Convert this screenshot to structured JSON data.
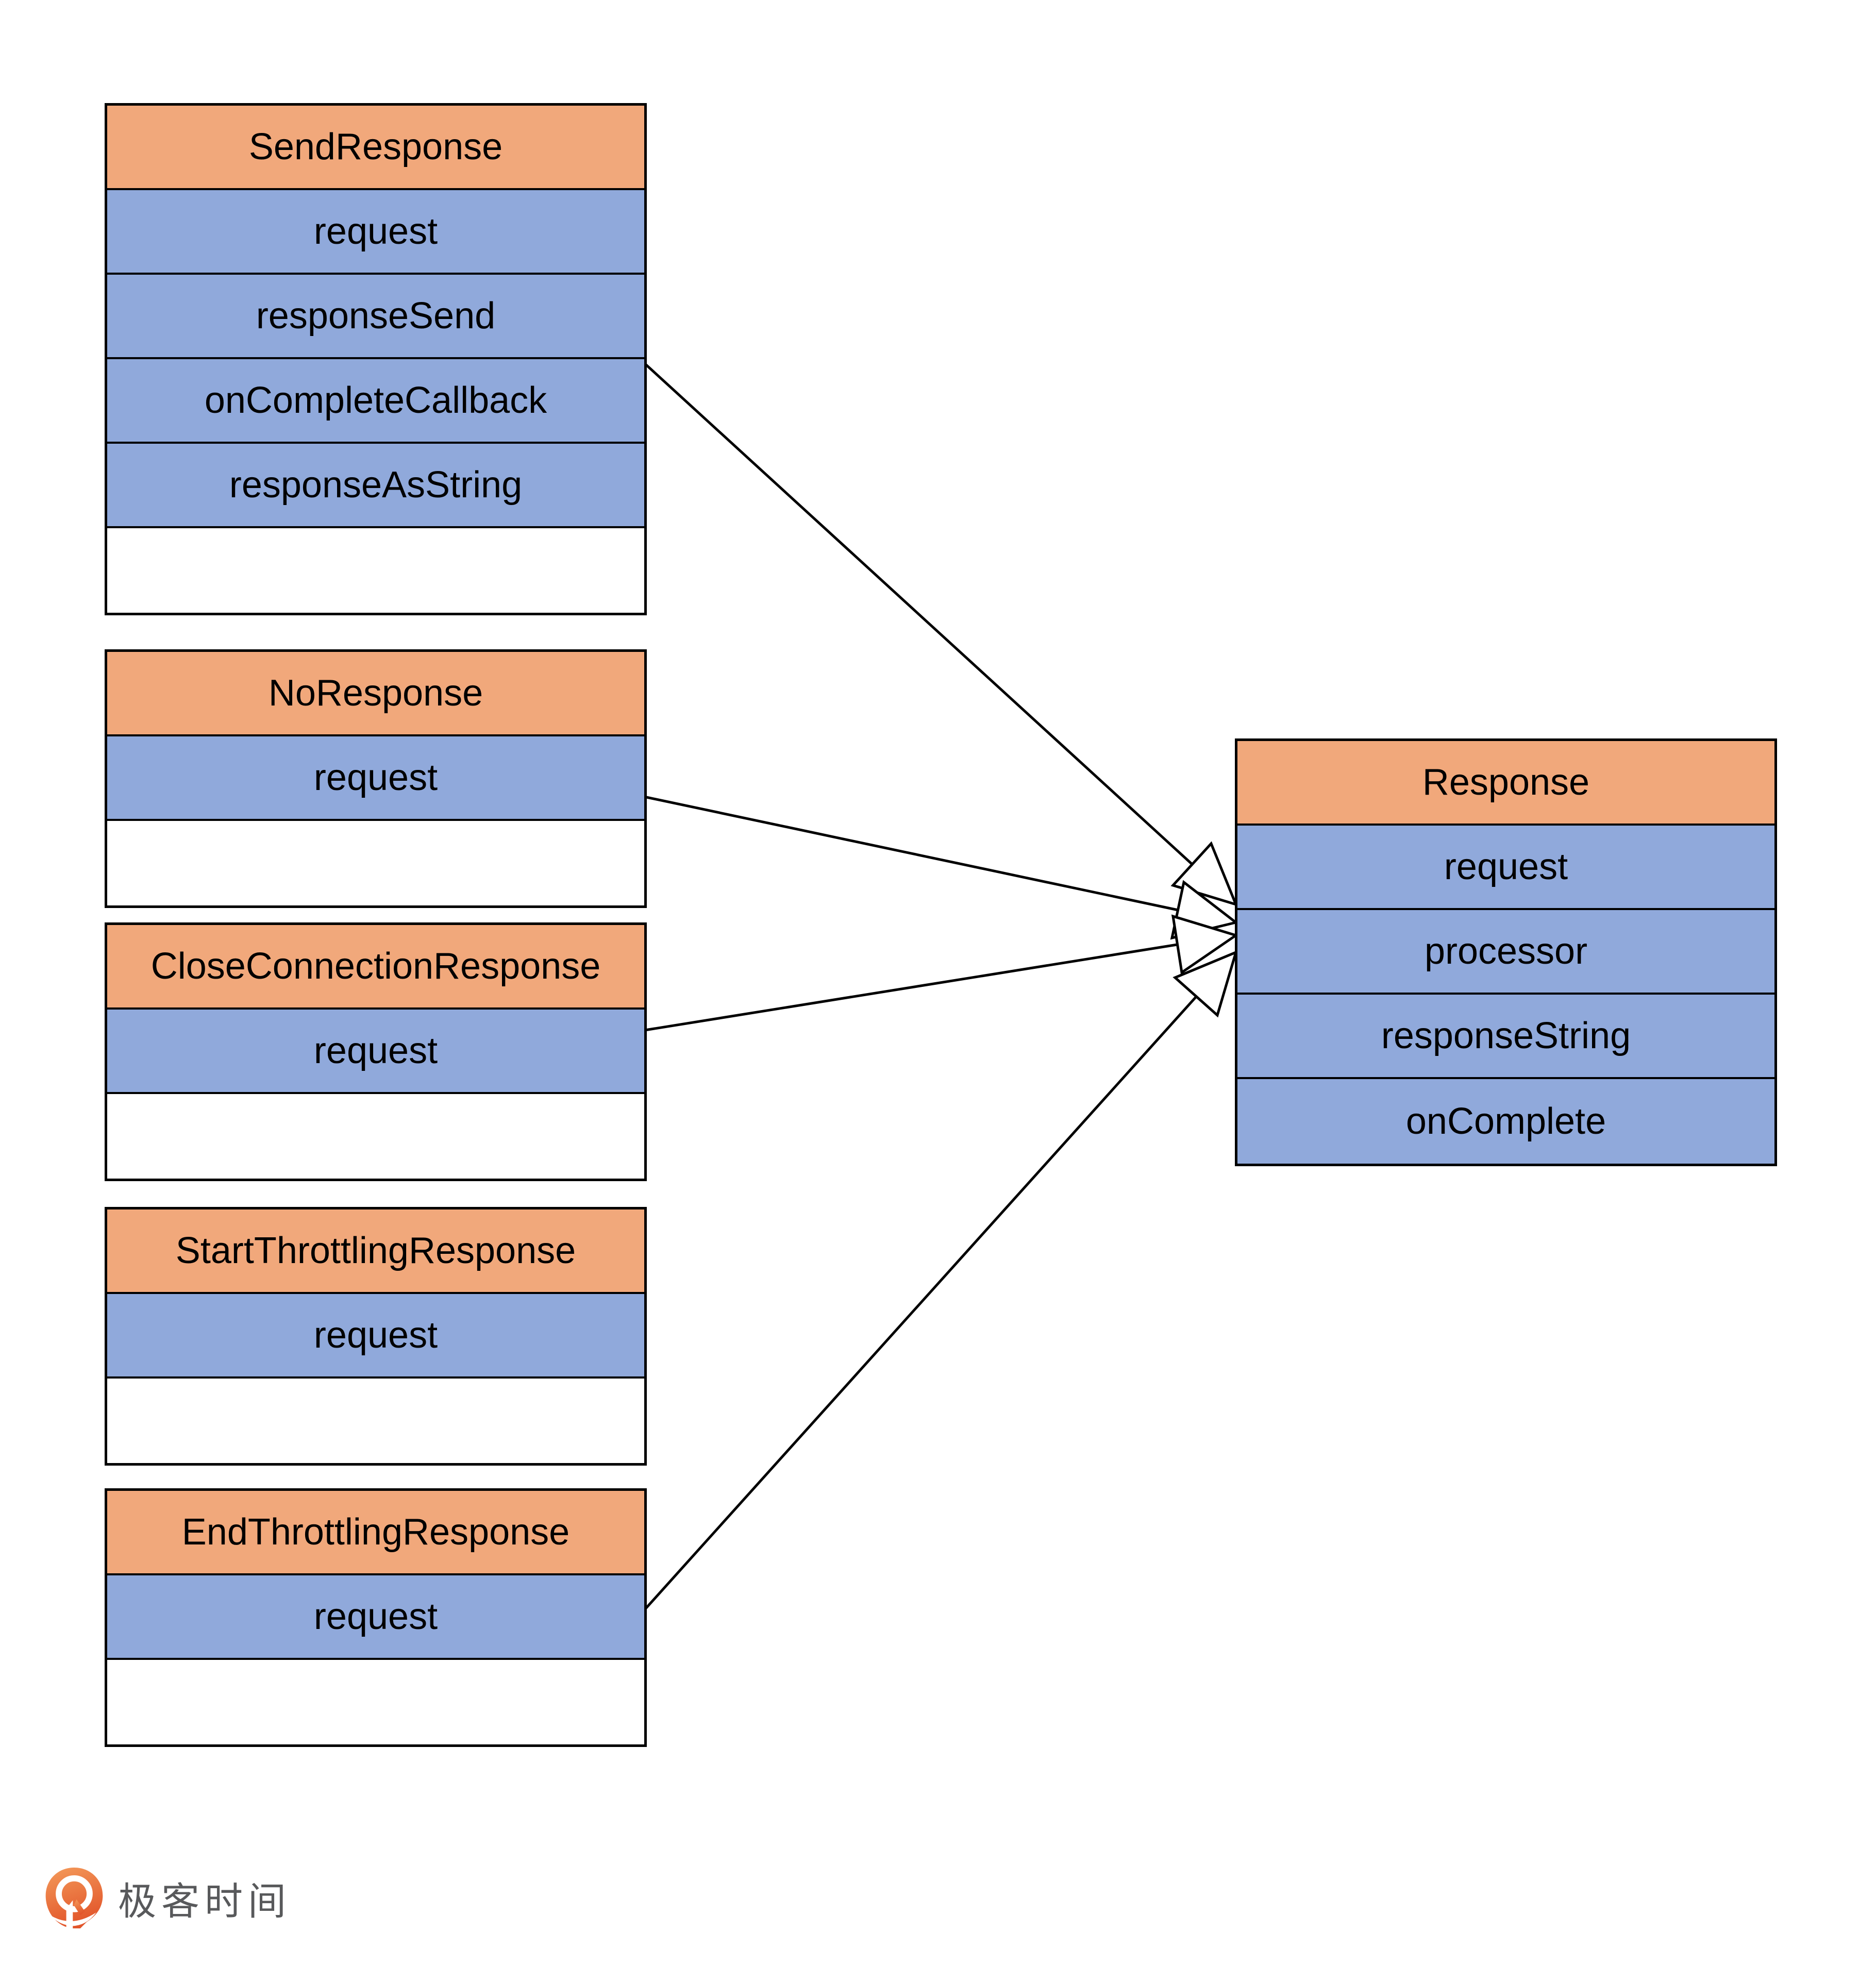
{
  "diagram": {
    "classes": [
      {
        "name": "SendResponse",
        "attributes": [
          "request",
          "responseSend",
          "onCompleteCallback",
          "responseAsString"
        ],
        "has_empty_section": true
      },
      {
        "name": "NoResponse",
        "attributes": [
          "request"
        ],
        "has_empty_section": true
      },
      {
        "name": "CloseConnectionResponse",
        "attributes": [
          "request"
        ],
        "has_empty_section": true
      },
      {
        "name": "StartThrottlingResponse",
        "attributes": [
          "request"
        ],
        "has_empty_section": true
      },
      {
        "name": "EndThrottlingResponse",
        "attributes": [
          "request"
        ],
        "has_empty_section": true
      },
      {
        "name": "Response",
        "attributes": [
          "request",
          "processor",
          "responseString",
          "onComplete"
        ],
        "has_empty_section": false
      }
    ],
    "relationships": [
      {
        "from": "SendResponse",
        "to": "Response",
        "type": "inheritance"
      },
      {
        "from": "NoResponse",
        "to": "Response",
        "type": "inheritance"
      },
      {
        "from": "CloseConnectionResponse",
        "to": "Response",
        "type": "inheritance"
      },
      {
        "from": "EndThrottlingResponse",
        "to": "Response",
        "type": "inheritance"
      }
    ],
    "colors": {
      "color-header": "#F1A87B",
      "color-attribute": "#90A9DB",
      "color-empty": "#FFFFFF",
      "color-border": "#000000",
      "color-line": "#000000"
    }
  },
  "footer": {
    "logo_text": "极客时间"
  }
}
